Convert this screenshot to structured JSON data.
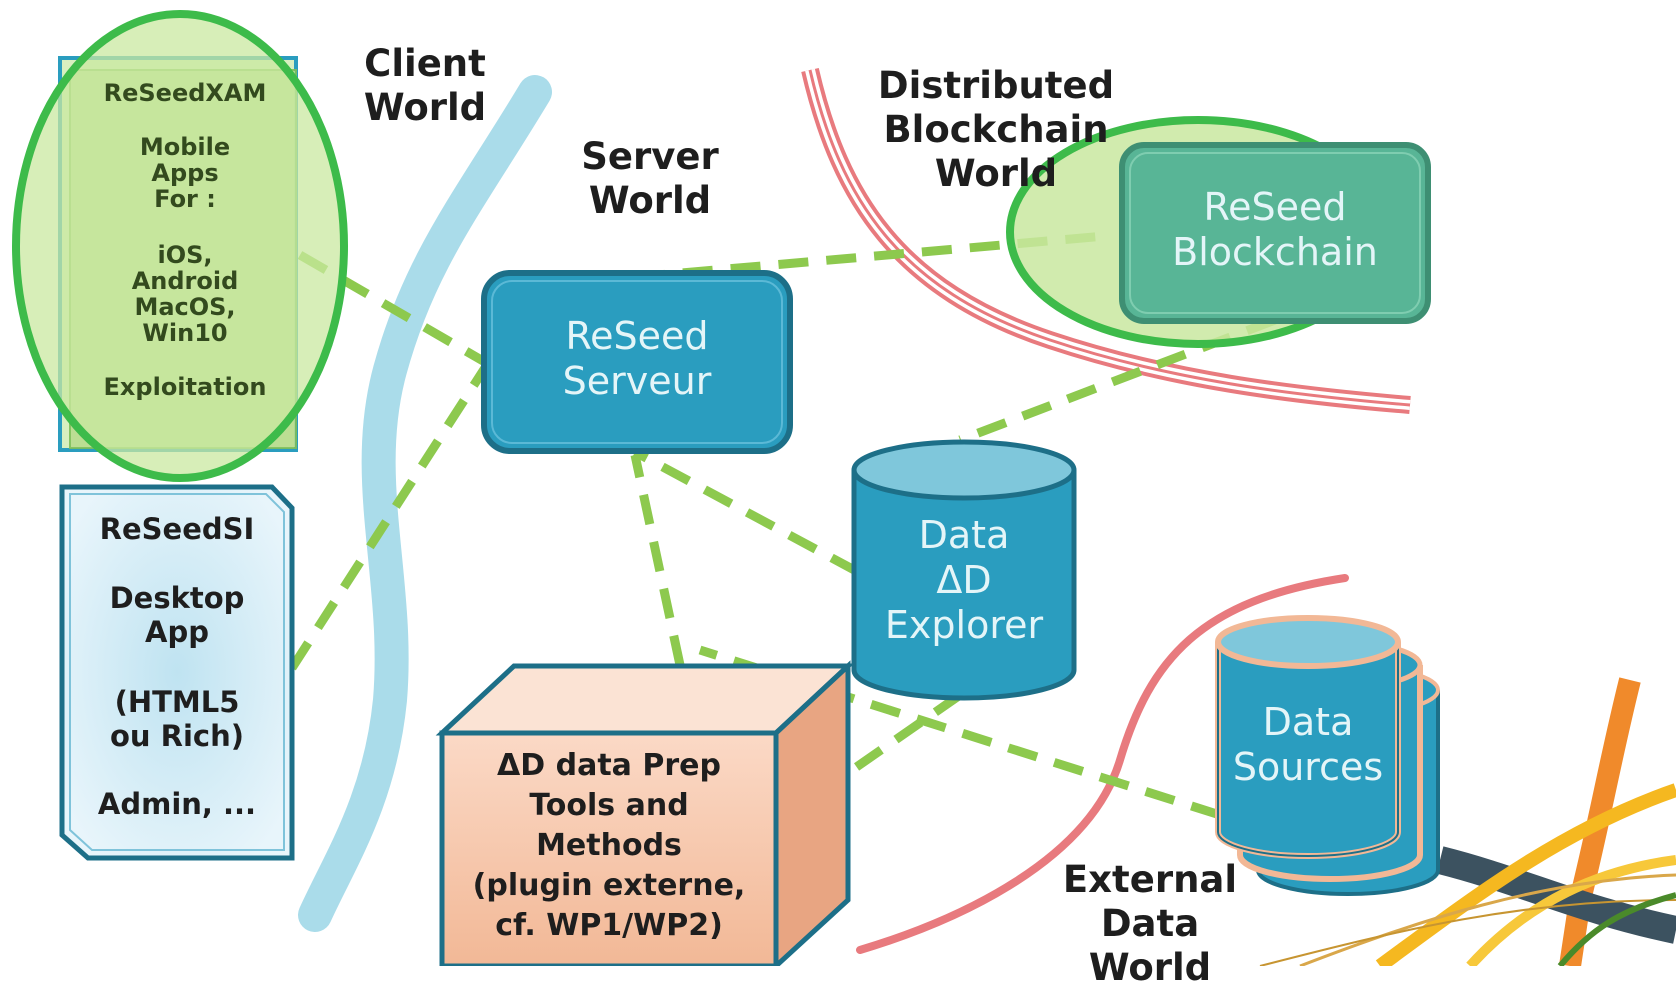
{
  "worlds": {
    "client": "Client\nWorld",
    "server": "Server\nWorld",
    "blockchain": "Distributed\nBlockchain\nWorld",
    "external": "External Data\nWorld"
  },
  "nodes": {
    "reseedxam": {
      "title": "ReSeedXAM",
      "subtitle": "Mobile\nApps\nFor :",
      "platforms": "iOS,\nAndroid\nMacOS,\nWin10",
      "footer": "Exploitation"
    },
    "reseedsi": {
      "title": "ReSeedSI",
      "subtitle": "Desktop\nApp",
      "tech": "(HTML5\nou Rich)",
      "footer": "Admin, ..."
    },
    "server": {
      "label": "ReSeed\nServeur"
    },
    "blockchain": {
      "label": "ReSeed\nBlockchain"
    },
    "explorer": {
      "label": "Data\nΔD\nExplorer"
    },
    "prep": {
      "label": "ΔD data Prep\nTools and\nMethods\n(plugin externe,\ncf. WP1/WP2)"
    },
    "sources": {
      "label": "Data\nSources"
    }
  },
  "colors": {
    "teal": "#2a9dbf",
    "teal_dark": "#1d6f88",
    "green_accent": "#3dbb4a",
    "green_fill": "#c9e8a0",
    "blockchain_fill": "#58b596",
    "red_line": "#e87a7e",
    "connector": "#8dc94e",
    "client_band": "#aadcea",
    "prep_fill": "#f6c6ac"
  }
}
